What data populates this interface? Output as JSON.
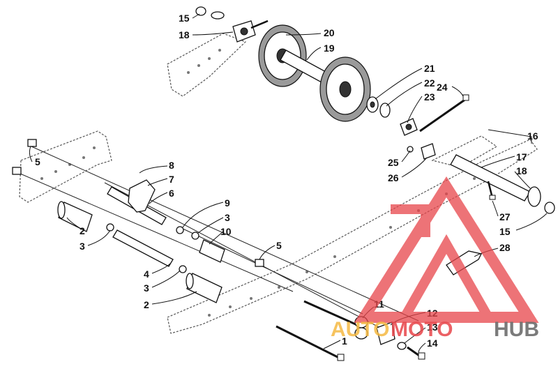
{
  "callouts": [
    "15",
    "18",
    "20",
    "19",
    "21",
    "22",
    "23",
    "24",
    "16",
    "17",
    "18",
    "25",
    "26",
    "27",
    "15",
    "28",
    "5",
    "8",
    "7",
    "6",
    "9",
    "3",
    "10",
    "2",
    "3",
    "5",
    "4",
    "3",
    "2",
    "11",
    "12",
    "13",
    "14",
    "1"
  ],
  "watermark": {
    "text_a": "AUTO",
    "text_b": "MOTO",
    "text_c": "HUB",
    "color_red": "#e8454a",
    "color_orange": "#f5b942",
    "color_grey": "#6d6d6d"
  }
}
